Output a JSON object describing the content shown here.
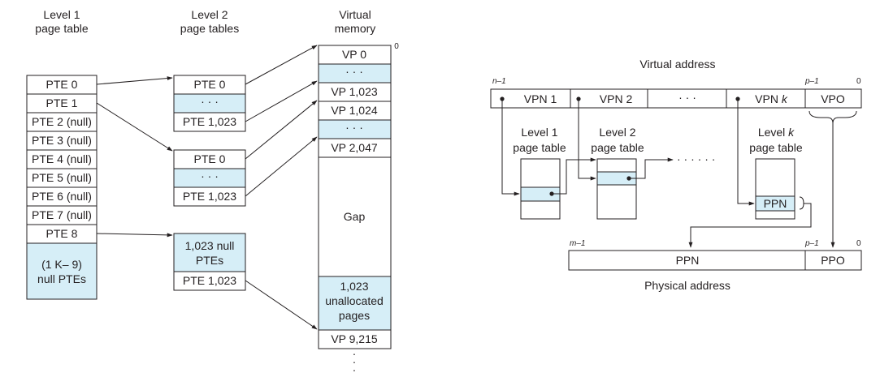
{
  "colors": {
    "stroke": "#231f20",
    "shade": "#d6eef7",
    "background": "#ffffff"
  },
  "multilevel": {
    "level1_title": [
      "Level 1",
      "page table"
    ],
    "level2_title": [
      "Level 2",
      "page tables"
    ],
    "vm_title": [
      "Virtual",
      "memory"
    ],
    "vm_zero": "0",
    "level1_entries": [
      "PTE 0",
      "PTE 1",
      "PTE 2 (null)",
      "PTE 3 (null)",
      "PTE 4 (null)",
      "PTE 5 (null)",
      "PTE 6 (null)",
      "PTE 7 (null)",
      "PTE 8"
    ],
    "level1_null_block": [
      "(1 K– 9)",
      "null PTEs"
    ],
    "table_a": [
      "PTE 0",
      "· · ·",
      "PTE 1,023"
    ],
    "table_b": [
      "PTE 0",
      "· · ·",
      "PTE 1,023"
    ],
    "table_c_null": [
      "1,023 null",
      "PTEs"
    ],
    "table_c_last": "PTE 1,023",
    "vm_pages": [
      "VP 0",
      "· · ·",
      "VP 1,023",
      "VP 1,024",
      "· · ·",
      "VP 2,047"
    ],
    "gap": "Gap",
    "unallocated": [
      "1,023",
      "unallocated",
      "pages"
    ],
    "vm_last": "VP 9,215",
    "vm_more": "·"
  },
  "translation": {
    "virtual_address_label": "Virtual address",
    "va_n_minus_1": "n–1",
    "va_p_minus_1": "p–1",
    "va_zero": "0",
    "vpn1": "VPN 1",
    "vpn2": "VPN 2",
    "va_dots": "· · ·",
    "vpnk_prefix": "VPN ",
    "vpnk_k": "k",
    "vpo": "VPO",
    "l1_table": [
      "Level 1",
      "page table"
    ],
    "l2_table": [
      "Level 2",
      "page table"
    ],
    "lk_table_prefix": "Level ",
    "lk_k": "k",
    "lk_table_2": "page table",
    "walk_dots": "· · ·   · · ·",
    "ppn_entry": "PPN",
    "pa_m_minus_1": "m–1",
    "pa_p_minus_1": "p–1",
    "pa_zero": "0",
    "ppn": "PPN",
    "ppo": "PPO",
    "physical_address_label": "Physical address"
  }
}
